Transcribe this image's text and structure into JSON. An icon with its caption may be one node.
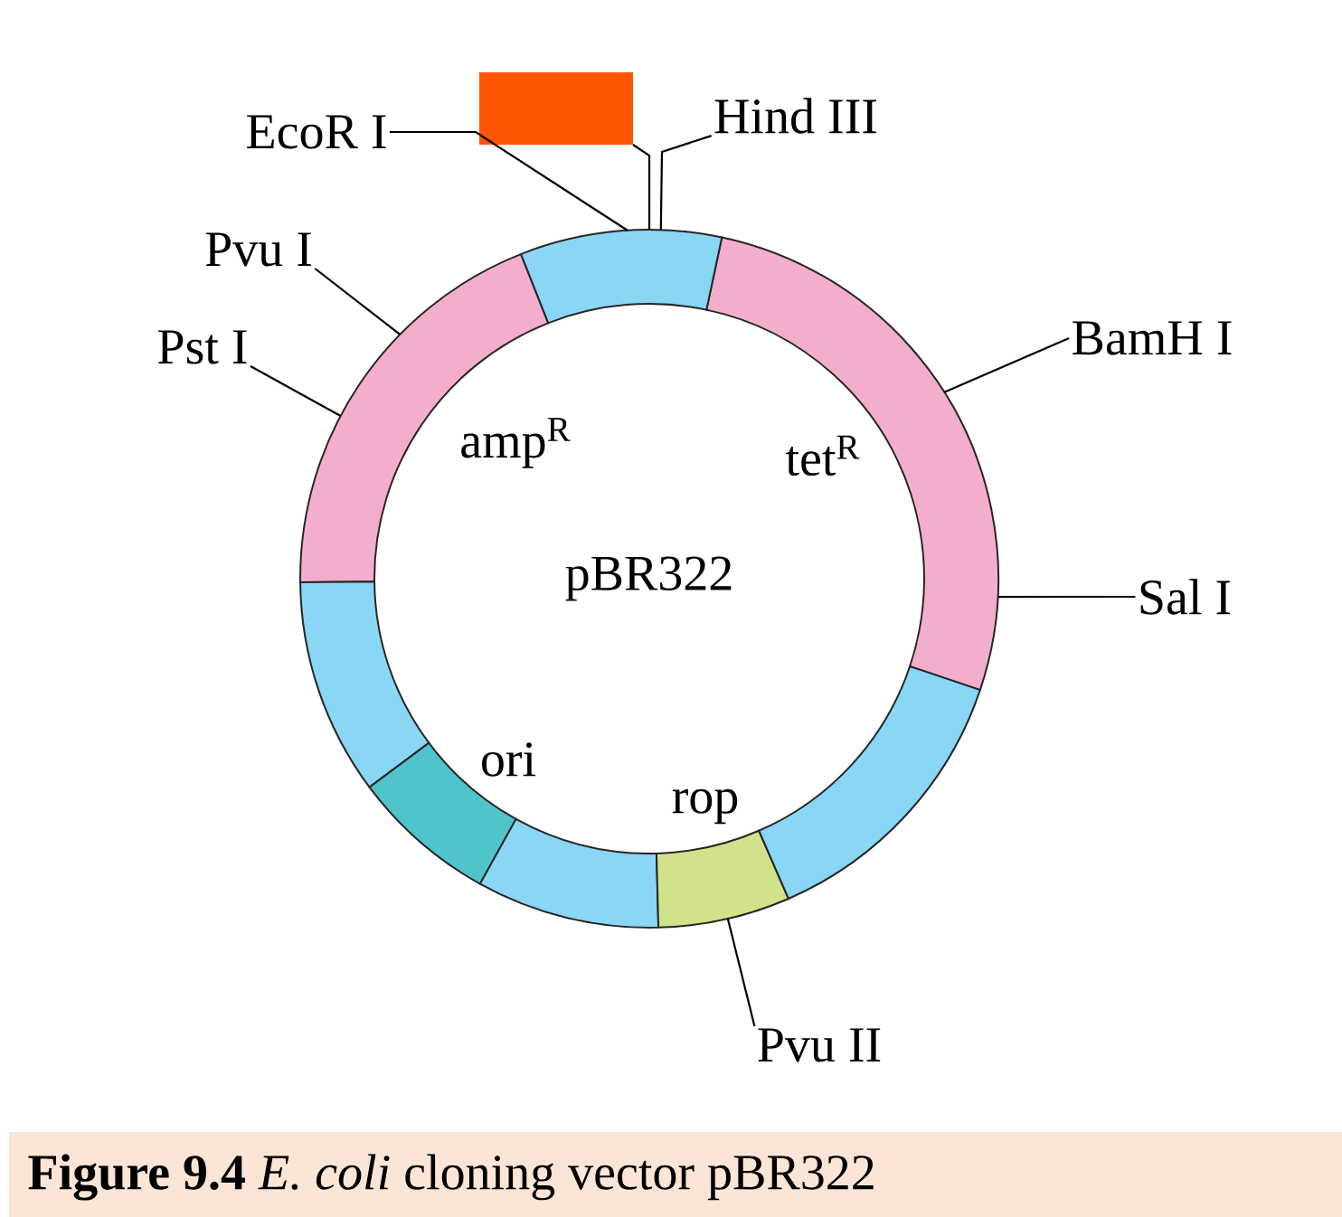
{
  "diagram": {
    "caption": "**Figure 9.4** *E. coli* cloning vector pBR322",
    "nodes": [
      {
        "text": [
          "pBR322"
        ]
      },
      {
        "text": [],
        "shape": "box"
      },
      {
        "text": [
          "EcoR I"
        ]
      },
      {
        "text": [
          "Hind III"
        ]
      },
      {
        "text": [
          "Pvu I"
        ]
      },
      {
        "text": [
          "Pst I"
        ]
      },
      {
        "text": [
          "BamH I"
        ]
      },
      {
        "text": [
          "Sal I"
        ]
      },
      {
        "text": [
          "Pvu II"
        ]
      }
    ],
    "edges": [
      {
        "from": 2,
        "to": 0,
        "arrow": "none"
      },
      {
        "from": 1,
        "to": 0,
        "arrow": "none"
      },
      {
        "from": 3,
        "to": 0,
        "arrow": "none"
      },
      {
        "from": 4,
        "to": 0,
        "arrow": "none"
      },
      {
        "from": 5,
        "to": 0,
        "arrow": "none"
      },
      {
        "from": 6,
        "to": 0,
        "arrow": "none"
      },
      {
        "from": 7,
        "to": 0,
        "arrow": "none"
      },
      {
        "from": 8,
        "to": 0,
        "arrow": "none"
      }
    ],
    "labels": [
      "amp$^{R}$",
      "tet$^{R}$",
      "ori",
      "rop"
    ]
  }
}
